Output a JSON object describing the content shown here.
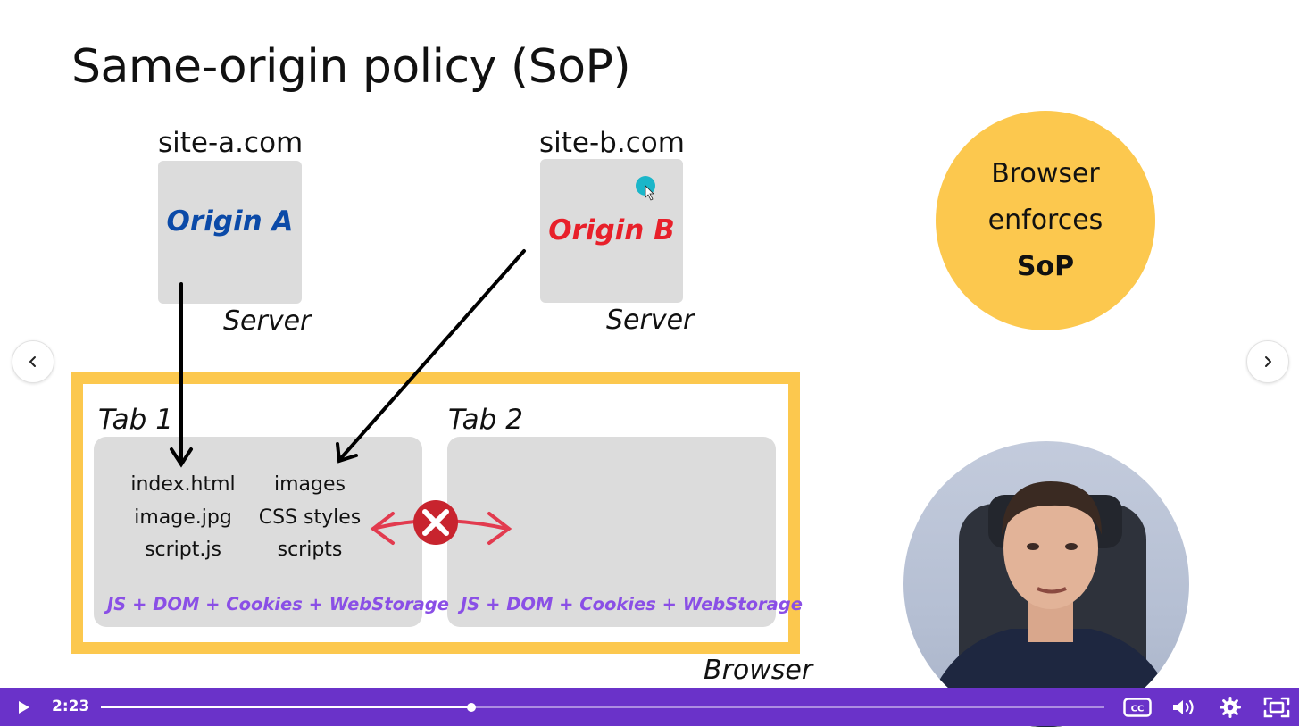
{
  "slide": {
    "title": "Same-origin policy (SoP)",
    "site_a": {
      "domain": "site-a.com",
      "origin": "Origin A",
      "origin_color": "#0b4aa8",
      "server": "Server"
    },
    "site_b": {
      "domain": "site-b.com",
      "origin": "Origin B",
      "origin_color": "#e8202a",
      "server": "Server"
    },
    "callout": {
      "line1": "Browser",
      "line2": "enforces",
      "line3": "SoP",
      "color": "#fcc84e"
    },
    "browser": {
      "label": "Browser",
      "tab1": {
        "label": "Tab 1",
        "files_left": [
          "index.html",
          "image.jpg",
          "script.js"
        ],
        "files_right": [
          "images",
          "CSS styles",
          "scripts"
        ],
        "tagline": "JS + DOM + Cookies + WebStorage"
      },
      "tab2": {
        "label": "Tab 2",
        "tagline": "JS + DOM + Cookies + WebStorage"
      },
      "blocked_icon": "x-circle-icon"
    }
  },
  "navigation": {
    "prev_icon": "chevron-left-icon",
    "next_icon": "chevron-right-icon"
  },
  "player": {
    "current_time": "2:23",
    "progress_fraction": 0.369,
    "bar_color": "#6a32c9",
    "icons": [
      "play-icon",
      "captions-icon",
      "volume-icon",
      "settings-icon",
      "fullscreen-icon"
    ]
  }
}
